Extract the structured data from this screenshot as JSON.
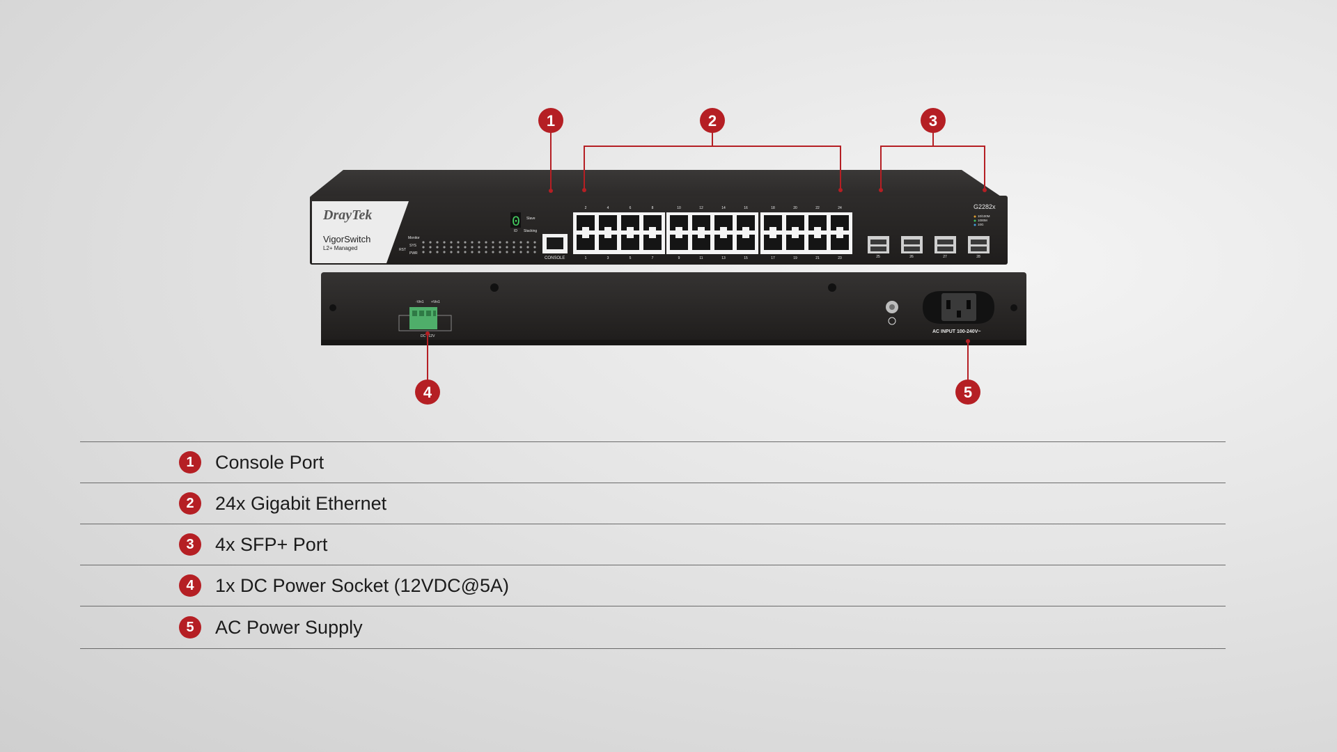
{
  "device": {
    "brand": "DrayTek",
    "product_name": "VigorSwitch",
    "product_subtitle": "L2+ Managed",
    "model": "G2282x",
    "console_label": "CONSOLE",
    "ac_label": "AC INPUT 100-240V~",
    "dc_label": "DC +12V",
    "dc_terminal_labels": [
      "-Vin1",
      "+Vin1"
    ],
    "seven_seg_value": "0",
    "stack_labels": [
      "Slave",
      "ID",
      "Stacking"
    ],
    "led_labels": [
      "Monitor",
      "SYS",
      "RST",
      "PWR"
    ],
    "led_legend": [
      "10/100M",
      "1000M",
      "10G"
    ],
    "top_port_numbers": [
      "2",
      "4",
      "6",
      "8",
      "10",
      "12",
      "14",
      "16",
      "18",
      "20",
      "22",
      "24"
    ],
    "bottom_port_numbers": [
      "1",
      "3",
      "5",
      "7",
      "9",
      "11",
      "13",
      "15",
      "17",
      "19",
      "21",
      "23"
    ],
    "sfp_port_numbers": [
      "25",
      "26",
      "27",
      "28"
    ]
  },
  "callouts": [
    "1",
    "2",
    "3",
    "4",
    "5"
  ],
  "legend": [
    {
      "num": "1",
      "label": "Console Port"
    },
    {
      "num": "2",
      "label": "24x Gigabit Ethernet"
    },
    {
      "num": "3",
      "label": "4x SFP+ Port"
    },
    {
      "num": "4",
      "label": "1x DC Power Socket (12VDC@5A)"
    },
    {
      "num": "5",
      "label": "AC Power Supply"
    }
  ],
  "colors": {
    "accent": "#b51f24",
    "chassis": "#2a2827",
    "label_panel": "#ececec",
    "terminal": "#4fae6a"
  }
}
